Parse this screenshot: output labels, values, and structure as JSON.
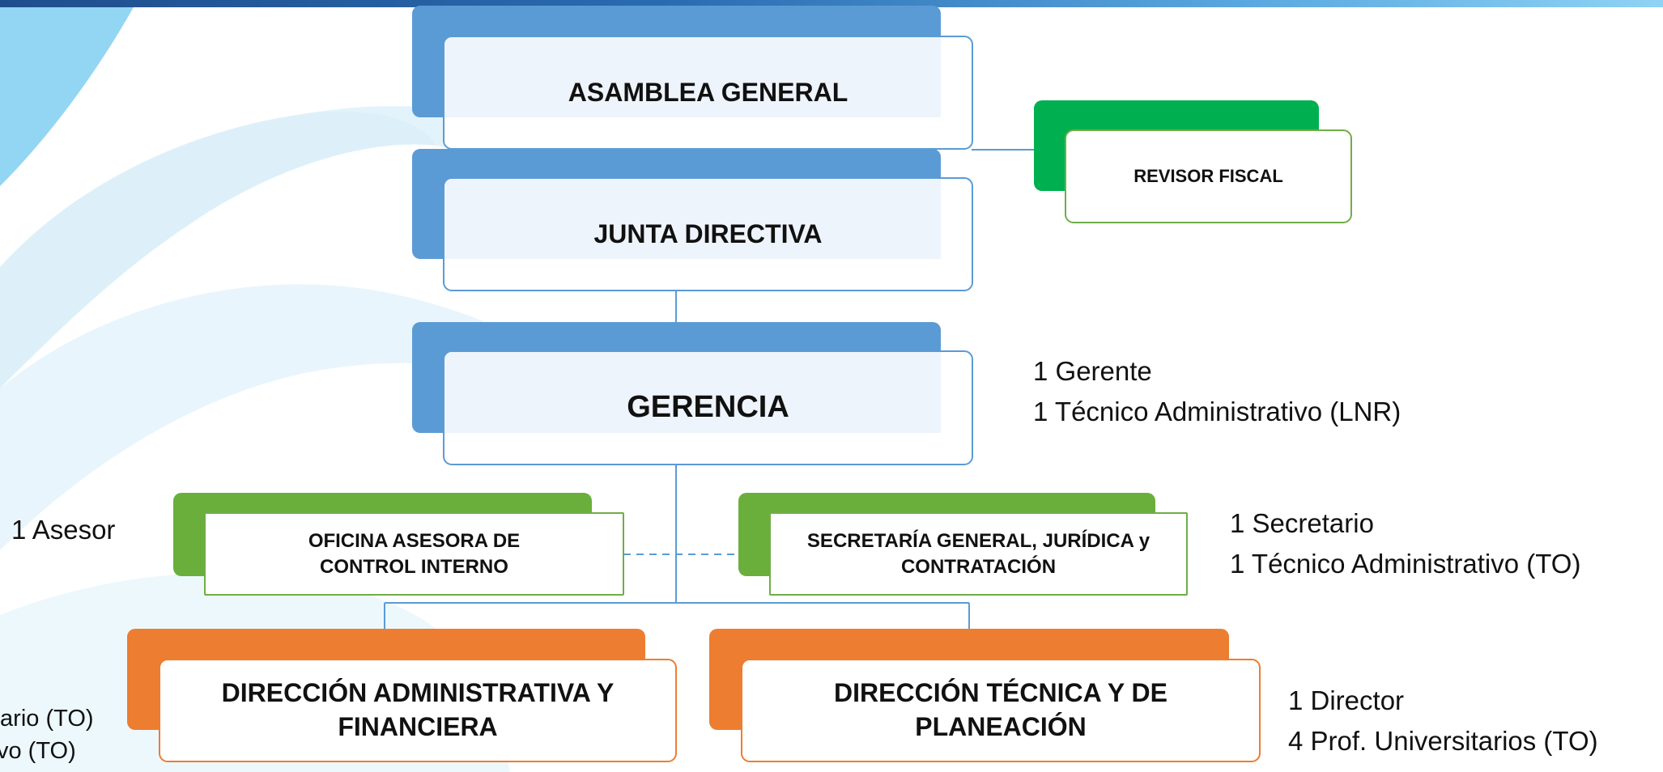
{
  "org_chart": {
    "asamblea": "ASAMBLEA GENERAL",
    "revisor": "REVISOR FISCAL",
    "junta": "JUNTA DIRECTIVA",
    "gerencia": "GERENCIA",
    "oficina_line1": "OFICINA ASESORA DE",
    "oficina_line2": "CONTROL INTERNO",
    "secretaria_line1": "SECRETARÍA GENERAL, JURÍDICA y",
    "secretaria_line2": "CONTRATACIÓN",
    "dir_admin_line1": "DIRECCIÓN ADMINISTRATIVA Y",
    "dir_admin_line2": "FINANCIERA",
    "dir_tecnica_line1": "DIRECCIÓN TÉCNICA Y DE",
    "dir_tecnica_line2": "PLANEACIÓN"
  },
  "staffing": {
    "gerencia": [
      "1 Gerente",
      "1 Técnico Administrativo (LNR)"
    ],
    "oficina": [
      "1 Asesor"
    ],
    "secretaria": [
      "1 Secretario",
      "1 Técnico Administrativo (TO)"
    ],
    "dir_tecnica": [
      "1 Director",
      "4 Prof. Universitarios (TO)"
    ],
    "dir_admin_partial": [
      "tario (TO)",
      "vo (TO)"
    ]
  },
  "colors": {
    "blue": "#5b9bd5",
    "green": "#70ad47",
    "bright_green": "#00b050",
    "orange": "#ed7d31"
  }
}
